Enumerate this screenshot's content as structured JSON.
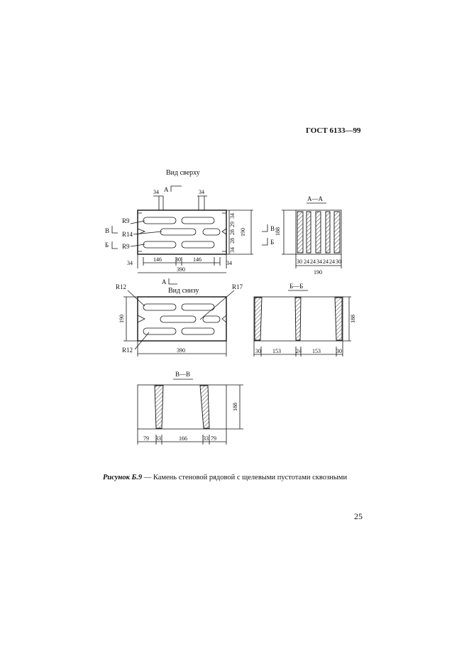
{
  "header": {
    "standard": "ГОСТ 6133—99"
  },
  "top_view": {
    "title": "Вид сверху",
    "section_a": "А",
    "section_b": "Б",
    "section_v": "В",
    "r9": "R9",
    "r14": "R14",
    "dims": {
      "d34": "34",
      "d146": "146",
      "d30": "30",
      "d390": "390",
      "d190": "190",
      "d28": "28",
      "d29": "29"
    }
  },
  "bottom_view": {
    "title": "Вид снизу",
    "r12": "R12",
    "r17": "R17",
    "d190": "190",
    "d390": "390"
  },
  "section_aa": {
    "title": "А—А",
    "d188": "188",
    "d190": "190",
    "d30": "30",
    "d24": "24",
    "d34": "34"
  },
  "section_bb": {
    "title": "Б—Б",
    "d188": "188",
    "d30": "30",
    "d153": "153",
    "d24": "24"
  },
  "section_vv": {
    "title": "В—В",
    "d188": "188",
    "d79": "79",
    "d33": "33",
    "d166": "166"
  },
  "caption": {
    "label": "Рисунок Б.9",
    "text": " — Камень стеновой рядовой с щелевыми пустотами сквозными"
  },
  "page_number": "25"
}
